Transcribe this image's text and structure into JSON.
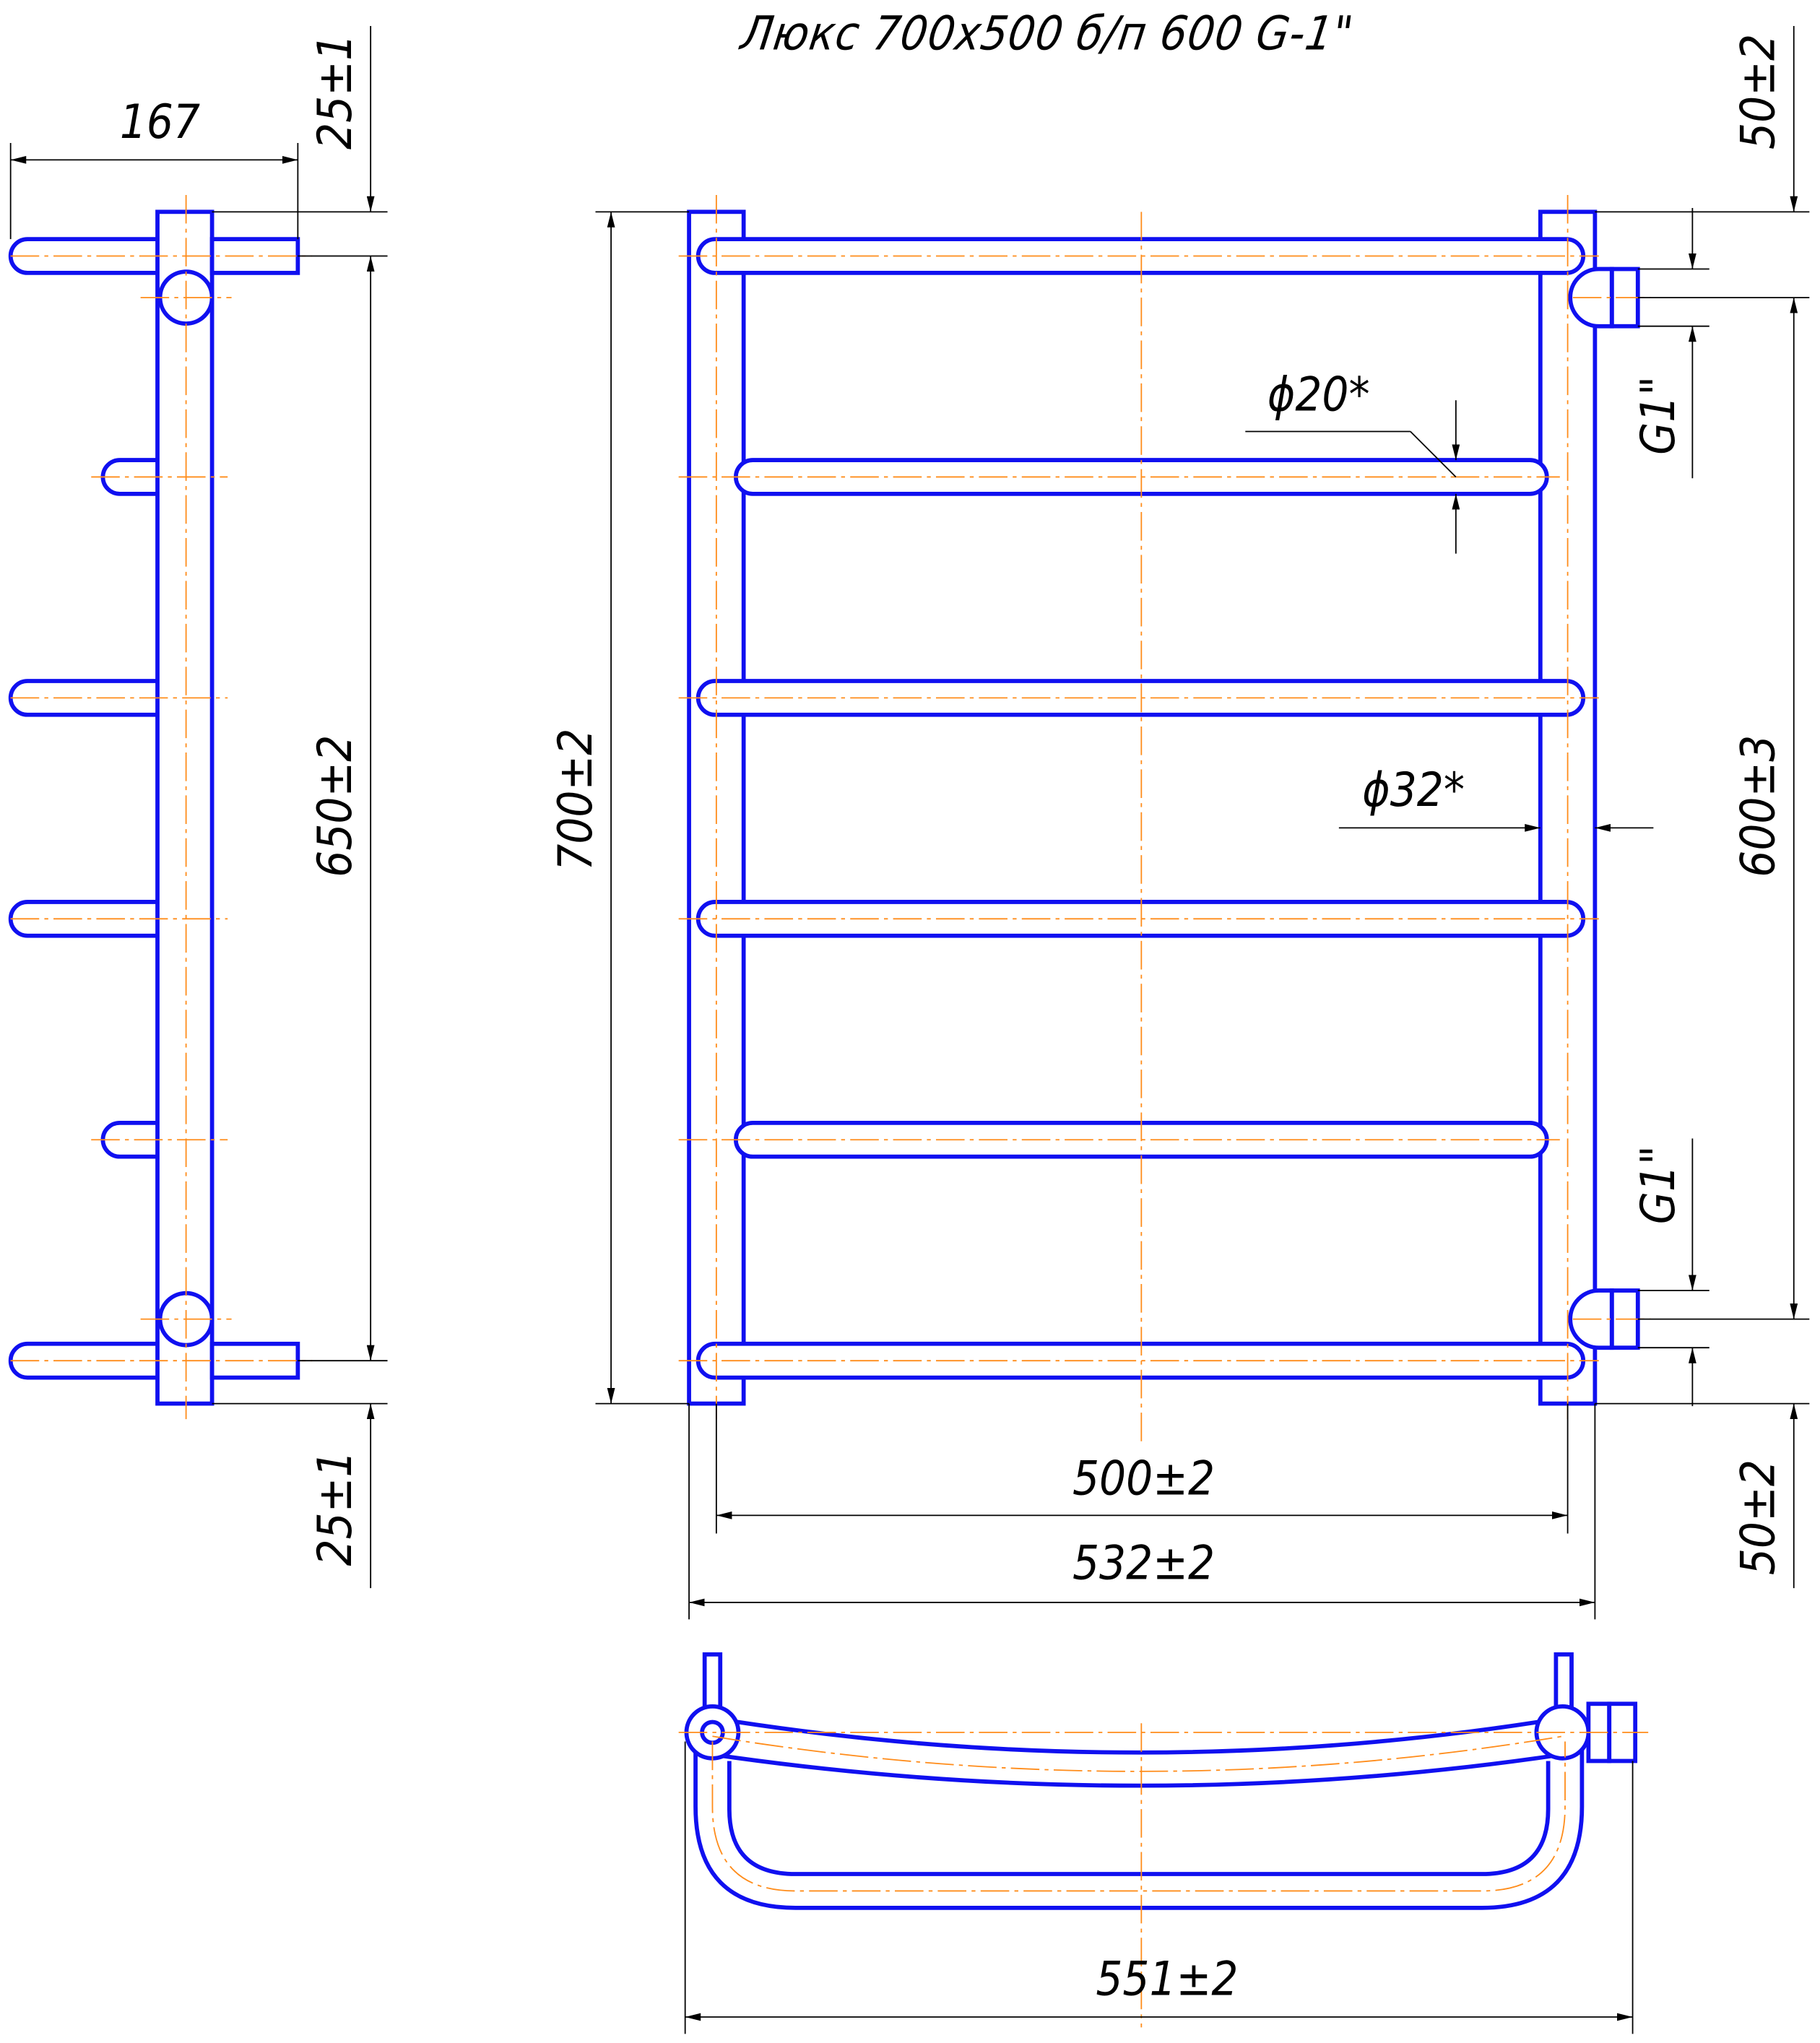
{
  "title": "Люкс 700x500 б/п 600 G-1\"",
  "colors": {
    "pipe": "#1010f0",
    "centerline": "#ff8c1a",
    "dimension": "#000000"
  },
  "side_view": {
    "depth": "167",
    "top_offset": "25±1",
    "height": "650±2",
    "bottom_offset": "25±1"
  },
  "front_view": {
    "height": "700±2",
    "bar_diameter": "ϕ20*",
    "stile_diameter": "ϕ32*",
    "thread_top": "G1\"",
    "thread_bottom": "G1\"",
    "axis_distance": "600±3",
    "top_offset": "50±2",
    "bottom_offset": "50±2",
    "inner_width": "500±2",
    "outer_width": "532±2"
  },
  "top_view": {
    "total_width": "551±2"
  }
}
